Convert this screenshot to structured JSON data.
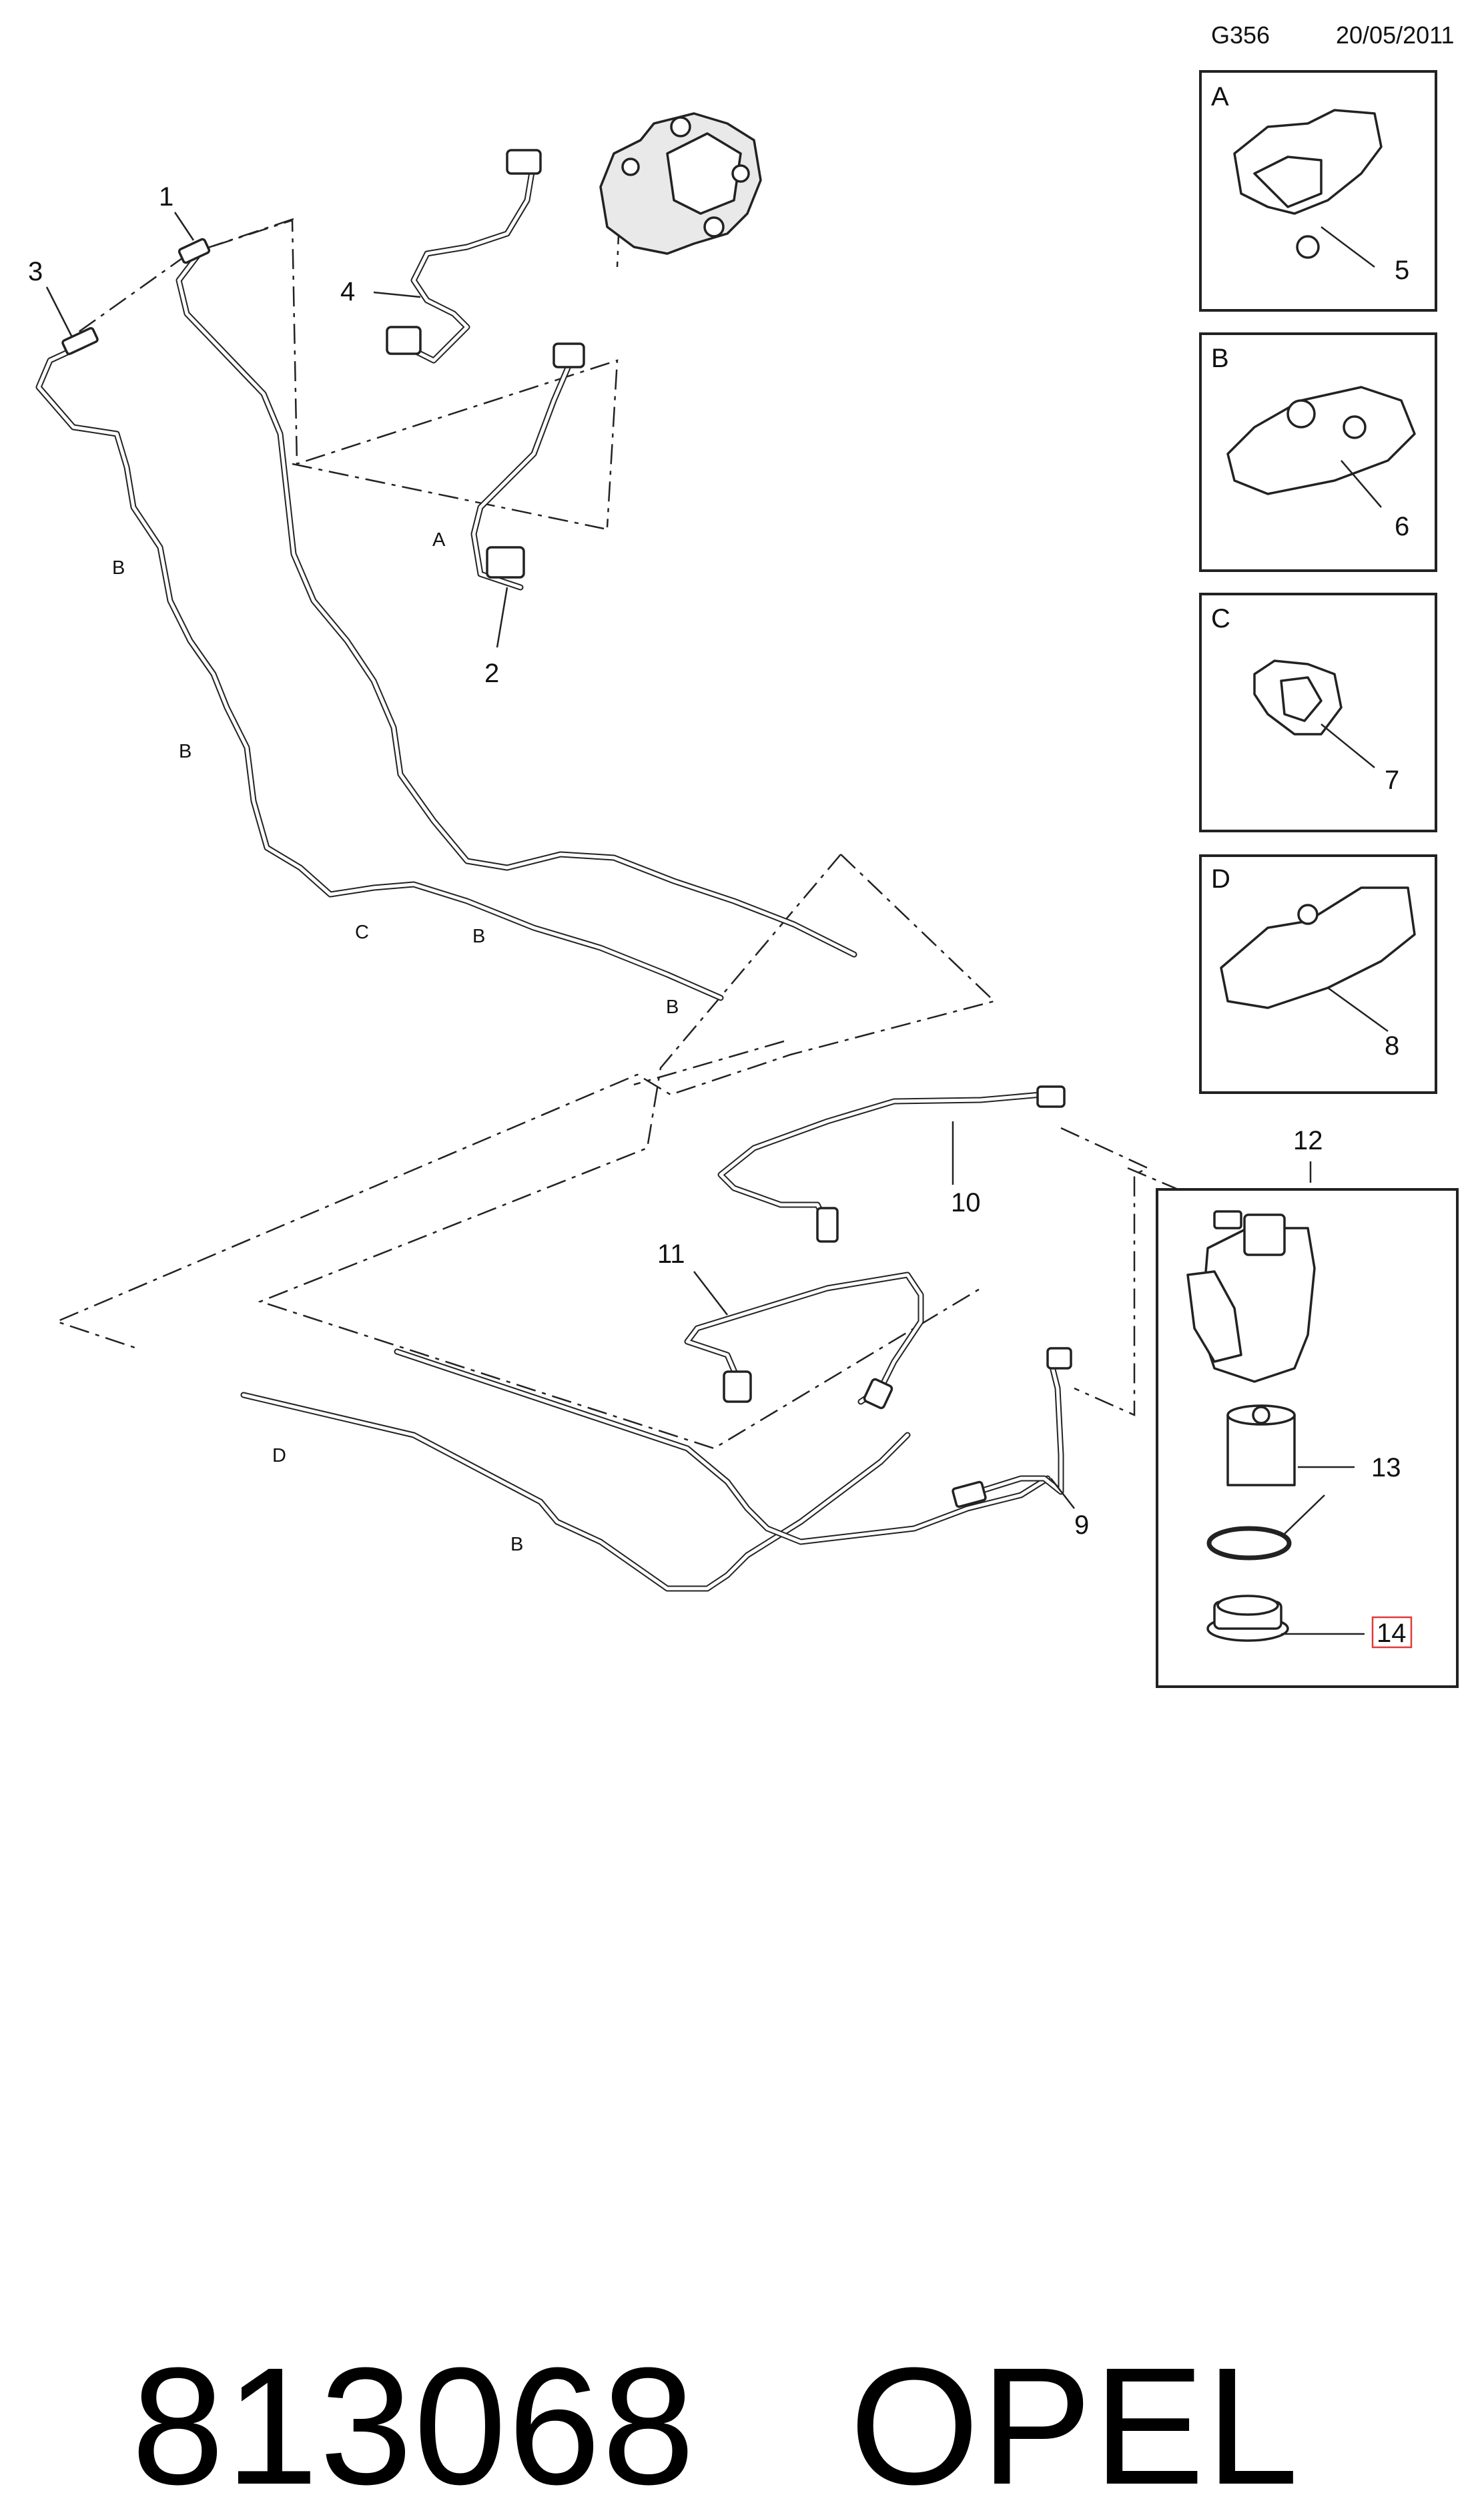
{
  "header": {
    "drawing_code": "G356",
    "date": "20/05/2011"
  },
  "callouts": {
    "c1": "1",
    "c2": "2",
    "c3": "3",
    "c4": "4",
    "c5": "5",
    "c6": "6",
    "c7": "7",
    "c8": "8",
    "c9": "9",
    "c10": "10",
    "c11": "11",
    "c12": "12",
    "c13": "13",
    "c14": "14"
  },
  "clip_letters": {
    "a": "A",
    "b": "B",
    "c": "C",
    "d": "D"
  },
  "detail_boxes": [
    {
      "letter": "A",
      "part": "5"
    },
    {
      "letter": "B",
      "part": "6"
    },
    {
      "letter": "C",
      "part": "7"
    },
    {
      "letter": "D",
      "part": "8"
    }
  ],
  "highlight_color": "#e03a3a",
  "footer": {
    "part_code": "813068",
    "brand": "OPEL"
  }
}
